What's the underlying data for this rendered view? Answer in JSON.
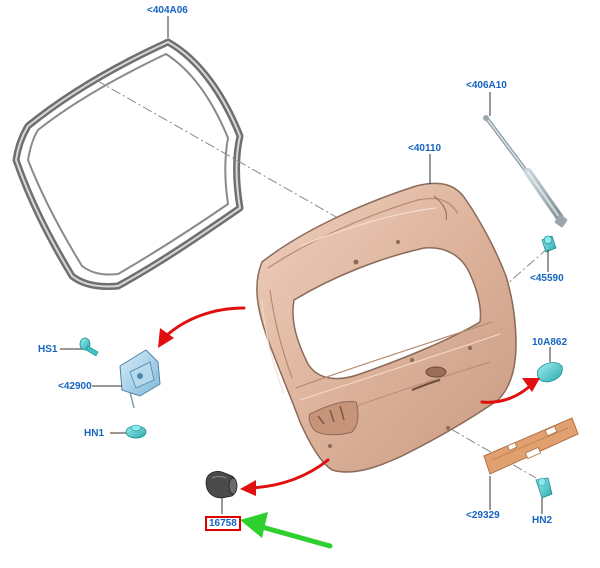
{
  "callouts": {
    "weatherstrip": "<404A06",
    "gas_strut": "<406A10",
    "liftgate": "<40110",
    "ball_stud": "<45590",
    "bolt_hs1": "HS1",
    "latch": "<42900",
    "nut_hn1": "HN1",
    "clip": "10A862",
    "nut_hn2": "HN2",
    "bracket": "<29329",
    "bumper": "16758"
  },
  "colors": {
    "callout_text": "#1565c0",
    "highlight_box": "#e00000",
    "pointer_arrow": "#2fcf2f",
    "direction_arrow": "#e01010",
    "panel": "#ddb39c",
    "fastener": "#3ec3c5",
    "bracket": "#e0a070"
  }
}
